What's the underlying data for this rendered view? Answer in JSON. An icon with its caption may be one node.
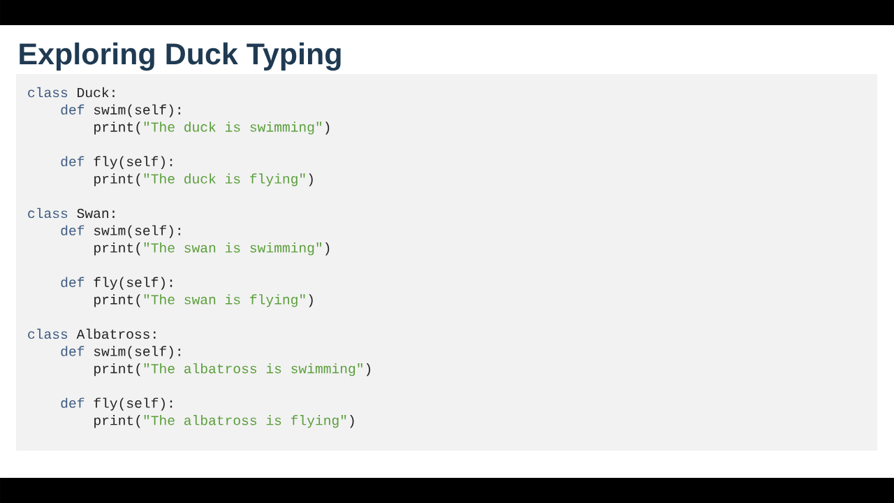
{
  "diagram": {
    "title": "Exploring Duck Typing",
    "nodes": [
      {
        "text": [
          "class",
          "Duck:",
          "def",
          "swim(self):",
          "print(",
          "\"The duck is swimming\"",
          ")",
          "def",
          "fly(self):",
          "print(",
          "\"The duck is flying\"",
          ")",
          "class",
          "Swan:",
          "def",
          "swim(self):",
          "print(",
          "\"The swan is swimming\"",
          ")",
          "def",
          "fly(self):",
          "print(",
          "\"The swan is flying\"",
          ")",
          "class",
          "Albatross:",
          "def",
          "swim(self):",
          "print(",
          "\"The albatross is swimming\"",
          ")",
          "def",
          "fly(self):",
          "print(",
          "\"The albatross is flying\"",
          ")"
        ]
      }
    ]
  }
}
